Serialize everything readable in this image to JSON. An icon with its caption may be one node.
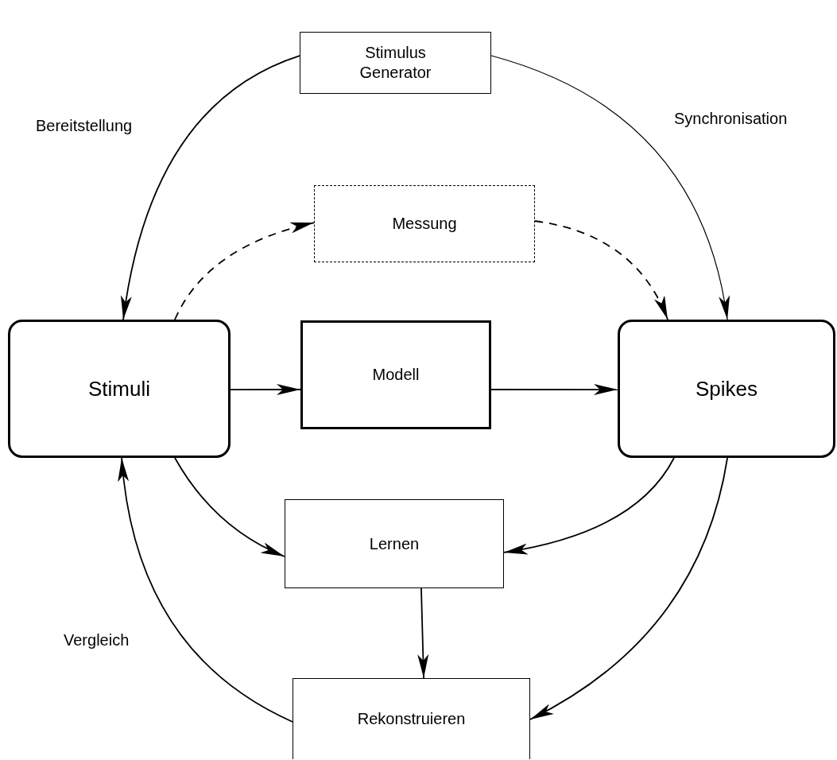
{
  "diagram": {
    "nodes": [
      {
        "text": [
          "Stimulus Generator"
        ]
      },
      {
        "text": [
          "Messung"
        ]
      },
      {
        "text": [
          "Stimuli"
        ]
      },
      {
        "text": [
          "Modell"
        ]
      },
      {
        "text": [
          "Spikes"
        ]
      },
      {
        "text": [
          "Lernen"
        ]
      },
      {
        "text": [
          "Rekonstruieren"
        ]
      }
    ],
    "edges": [
      {
        "from": 0,
        "to": 2,
        "arrow": "to",
        "label": "Bereitstellung"
      },
      {
        "from": 0,
        "to": 4,
        "arrow": "to",
        "label": "Synchronisation"
      },
      {
        "from": 2,
        "to": 1,
        "arrow": "to",
        "style": "dashed"
      },
      {
        "from": 1,
        "to": 4,
        "arrow": "to",
        "style": "dashed"
      },
      {
        "from": 2,
        "to": 3,
        "arrow": "to"
      },
      {
        "from": 3,
        "to": 4,
        "arrow": "to"
      },
      {
        "from": 2,
        "to": 5,
        "arrow": "to"
      },
      {
        "from": 4,
        "to": 5,
        "arrow": "to"
      },
      {
        "from": 5,
        "to": 6,
        "arrow": "to"
      },
      {
        "from": 4,
        "to": 6,
        "arrow": "to"
      },
      {
        "from": 6,
        "to": 2,
        "arrow": "to",
        "label": "Vergleich"
      }
    ]
  }
}
